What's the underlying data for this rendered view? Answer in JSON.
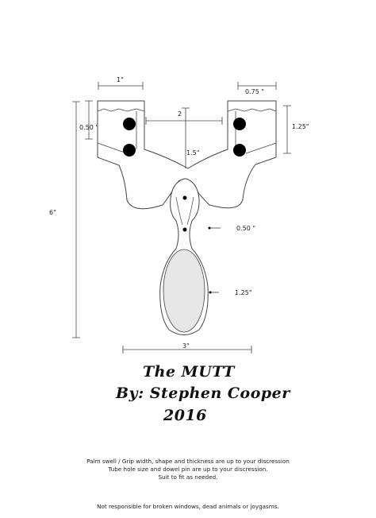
{
  "dimensions": {
    "top_left_width": "1\"",
    "top_right_width": "0.75 \"",
    "fork_spacing": "2",
    "left_fork_hole": "0.50 \"",
    "right_fork_height": "1.25\"",
    "crotch_depth": "1.5\"",
    "overall_height": "6\"",
    "pin_hole": "0.50 \"",
    "palm_swell": "1.25\"",
    "overall_width": "3\""
  },
  "title": {
    "line1": "The MUTT",
    "line2": "By: Stephen Cooper",
    "line3": "2016"
  },
  "notes": {
    "line1": "Palm swell / Grip width, shape and thickness are up to your discression",
    "line2": "Tube hole size and dowel pin are up to your discression.",
    "line3": "Suit to fit as needed."
  },
  "footer": "Not responsible for broken windows, dead animals or joygasms.",
  "colors": {
    "outline": "#444444",
    "holes": "#000000",
    "palm_fill": "#e6e6e6"
  }
}
